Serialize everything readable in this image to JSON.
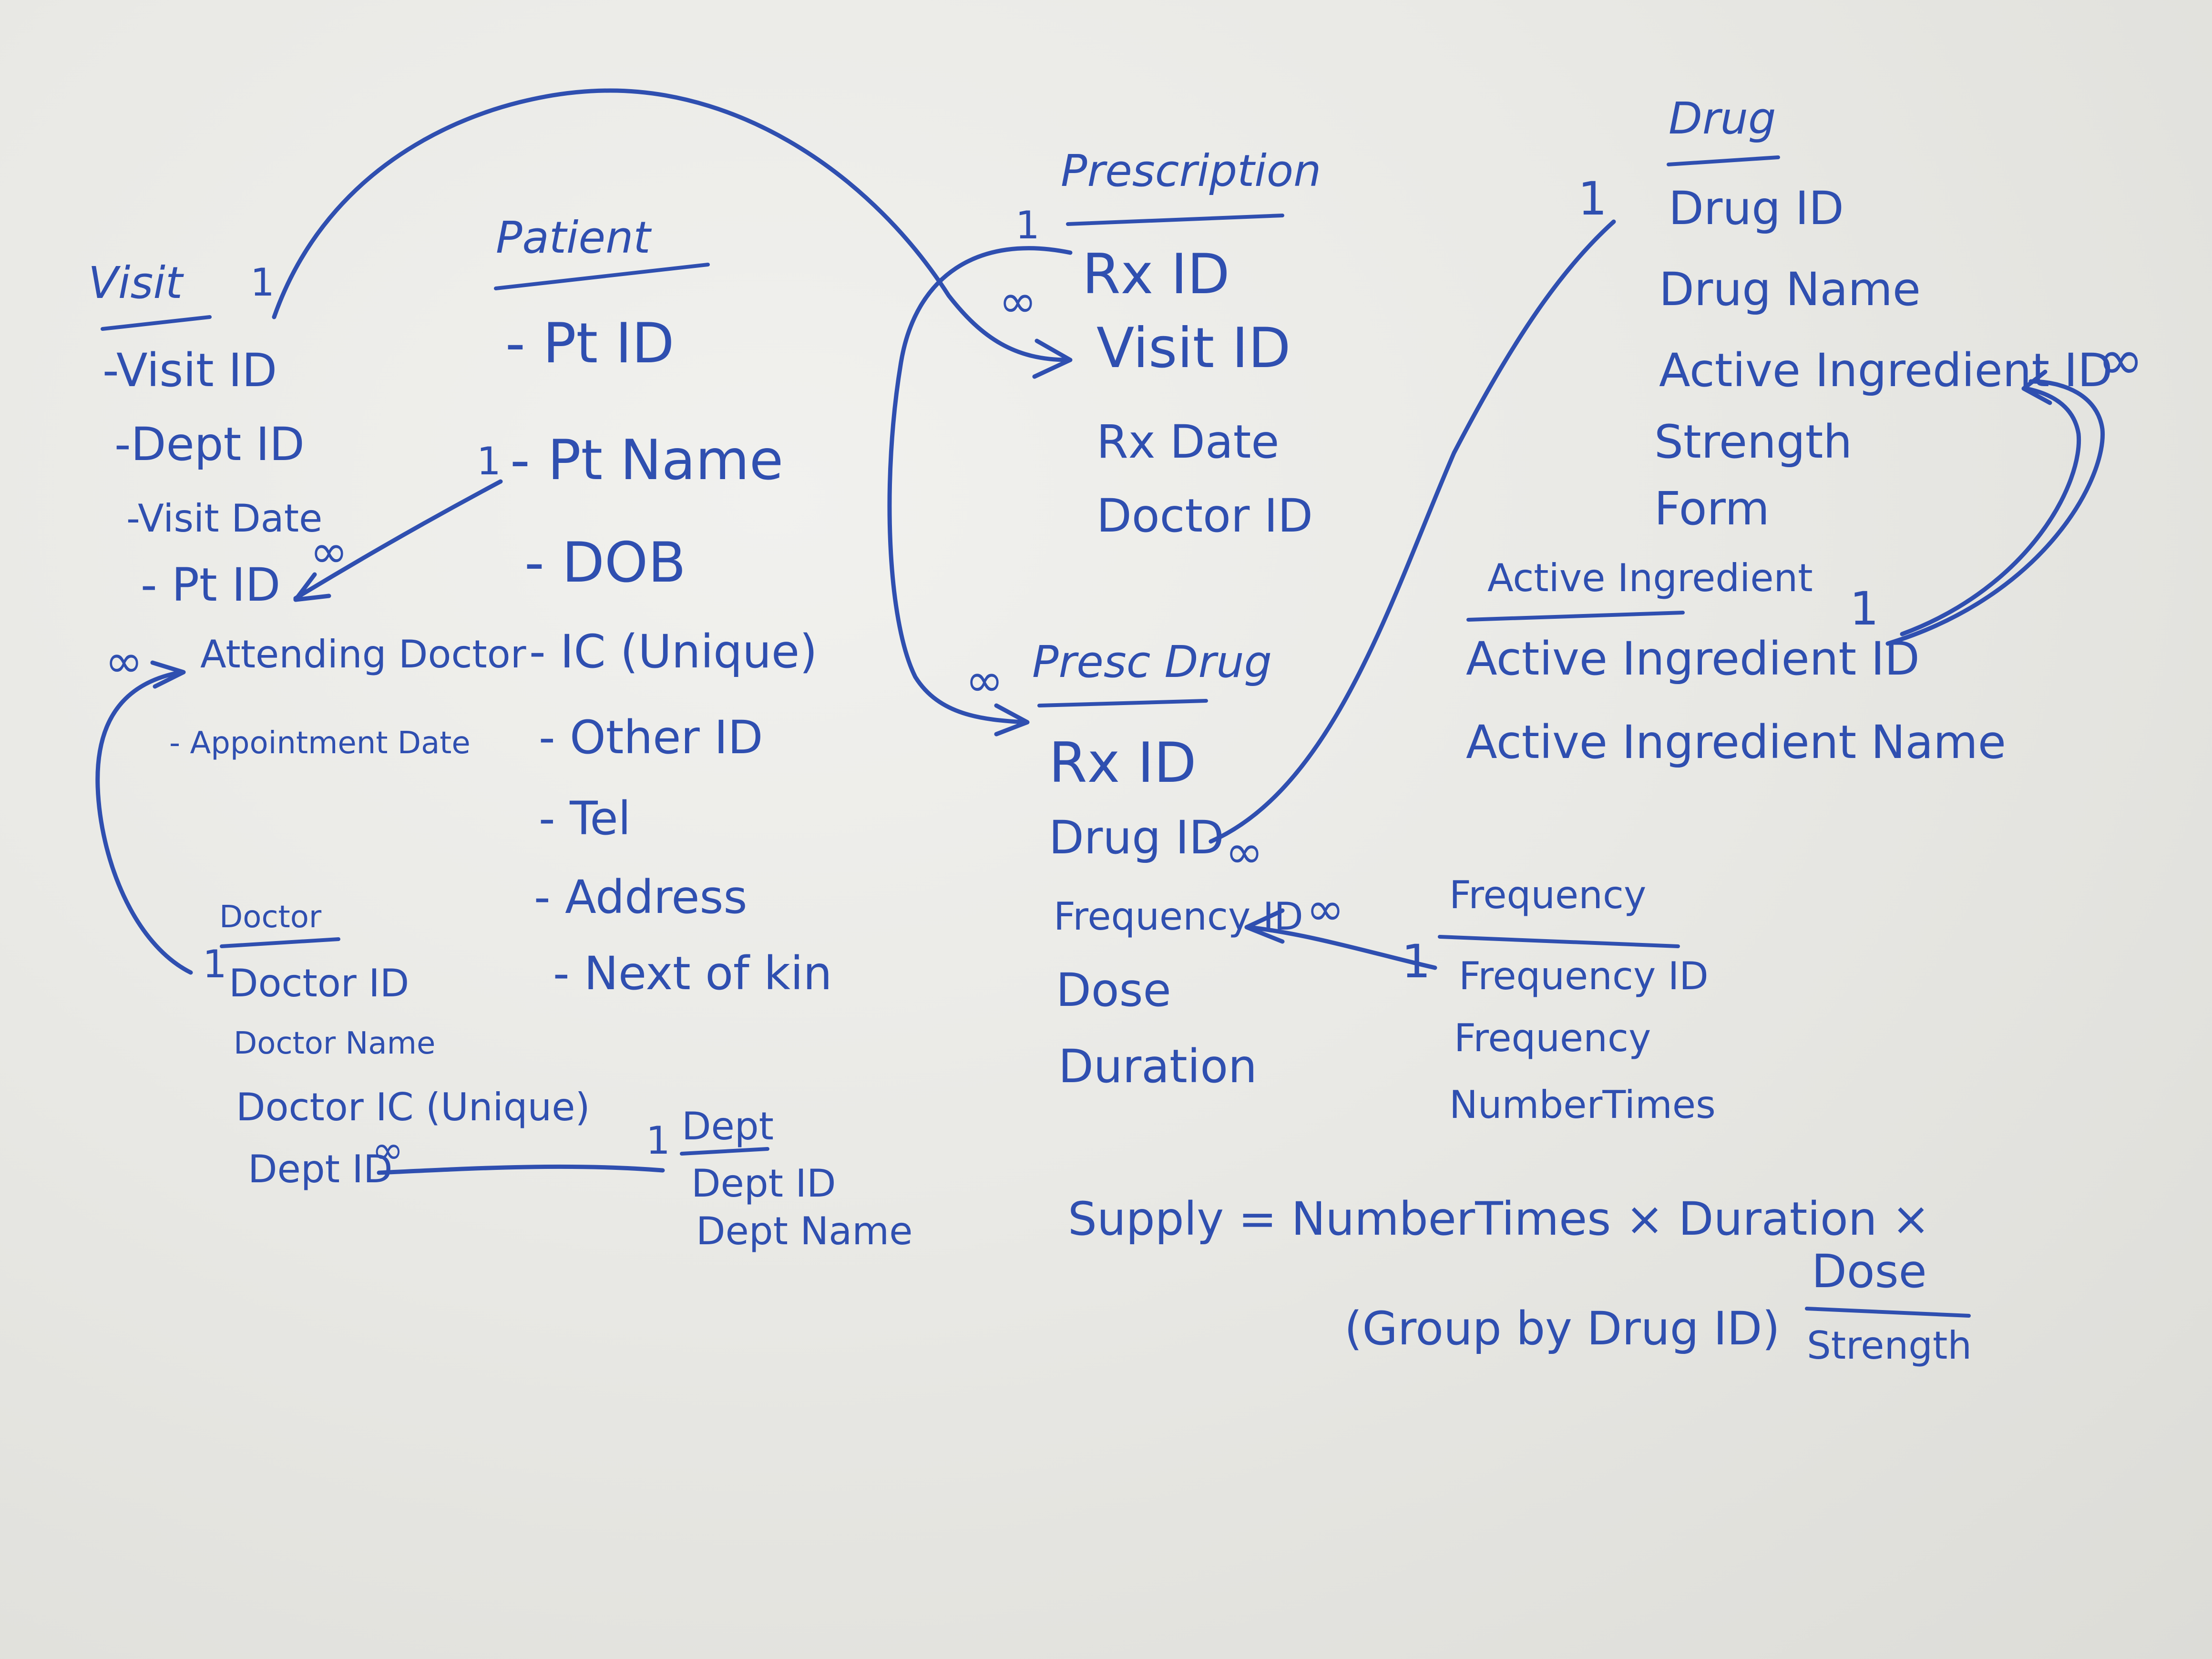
{
  "entities": {
    "visit": {
      "title": "Visit",
      "fields": [
        "-Visit ID",
        "-Dept ID",
        "-Visit Date",
        "- Pt ID",
        "Attending Doctor",
        "- Appointment Date"
      ]
    },
    "patient": {
      "title": "Patient",
      "fields": [
        "- Pt ID",
        "- Pt Name",
        "- DOB",
        "- IC (Unique)",
        "- Other ID",
        "- Tel",
        "- Address",
        "- Next of kin"
      ]
    },
    "prescription": {
      "title": "Prescription",
      "fields": [
        "Rx ID",
        "Visit ID",
        "Rx Date",
        "Doctor ID"
      ]
    },
    "presc_drug": {
      "title": "Presc Drug",
      "fields": [
        "Rx ID",
        "Drug ID",
        "Frequency ID",
        "Dose",
        "Duration"
      ]
    },
    "drug": {
      "title": "Drug",
      "fields": [
        "Drug ID",
        "Drug Name",
        "Active Ingredient ID",
        "Strength",
        "Form"
      ]
    },
    "active_ingredient": {
      "title": "Active Ingredient",
      "fields": [
        "Active Ingredient ID",
        "Active Ingredient Name"
      ]
    },
    "frequency": {
      "title": "Frequency",
      "fields": [
        "Frequency ID",
        "Frequency",
        "NumberTimes"
      ]
    },
    "doctor": {
      "title": "Doctor",
      "fields": [
        "Doctor ID",
        "Doctor Name",
        "Doctor IC (Unique)",
        "Dept ID"
      ]
    },
    "dept": {
      "title": "Dept",
      "fields": [
        "Dept ID",
        "Dept Name"
      ]
    }
  },
  "cardinality": {
    "one": "1",
    "many": "∞"
  },
  "formula": {
    "lhs": "Supply = NumberTimes × Duration ×",
    "numerator": "Dose",
    "denominator": "Strength",
    "group": "(Group by Drug ID)"
  }
}
